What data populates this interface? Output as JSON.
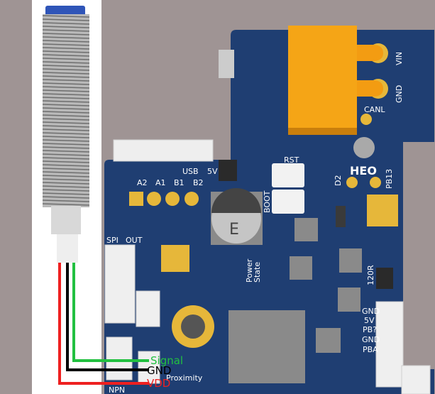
{
  "board": {
    "name_label": "HEO",
    "power_labels": {
      "vin": "VIN",
      "gnd": "GND",
      "canl": "CANL"
    },
    "buttons": {
      "rst": "RST",
      "boot": "BOOT"
    },
    "jumper_labels": {
      "usb": "USB",
      "v5": "5V"
    },
    "pad_labels": [
      "A2",
      "A1",
      "B1",
      "B2"
    ],
    "connector_labels": {
      "spi": "SPI",
      "out": "OUT",
      "npn": "NPN",
      "proximity": "Proximity"
    },
    "led_labels": {
      "power": "Power",
      "state": "State"
    },
    "pin_label": "PB13",
    "diode_label": "D2",
    "termination_label": "120R",
    "right_connector_pins": [
      "GND",
      "5V",
      "PB?",
      "GND",
      "PBA"
    ],
    "capacitor_mark": "E"
  },
  "wiring": {
    "signal": {
      "label": "Signal",
      "color": "#22c040"
    },
    "gnd": {
      "label": "GND",
      "color": "#000000"
    },
    "vdd": {
      "label": "VDD",
      "color": "#ee2020"
    }
  },
  "colors": {
    "pcb": "#1f3e72",
    "gold": "#e6b73a",
    "connector": "#f5a516"
  }
}
